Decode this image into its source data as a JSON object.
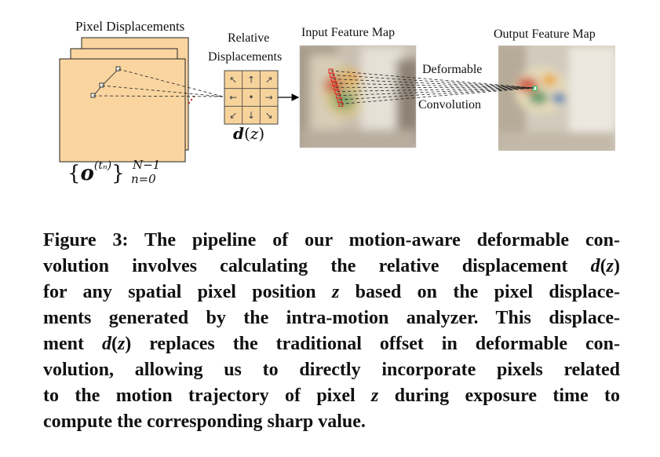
{
  "figure": {
    "labels": {
      "pixel_displacements": "Pixel Displacements",
      "relative_line1": "Relative",
      "relative_line2": "Displacements",
      "input_feature_map": "Input Feature Map",
      "output_feature_map": "Output Feature Map",
      "deformable": "Deformable",
      "convolution": "Convolution",
      "dz_symbol": "d(z)"
    },
    "set_notation": {
      "open_brace": "{",
      "vector": "o",
      "superscript": "(tₙ)",
      "close_brace": "}",
      "upper": "N−1",
      "lower": "n=0"
    },
    "grid_arrows": [
      "↖",
      "↑",
      "↗",
      "←",
      "•",
      "→",
      "↙",
      "↓",
      "↘"
    ],
    "colors": {
      "pixel_layer_fill": "#fbd5a0",
      "pixel_layer_border": "#222222",
      "grid_fill": "#f7d39c",
      "sample_box": "#e02020"
    }
  },
  "caption": {
    "lines": [
      {
        "parts": [
          {
            "t": "Figure 3: The pipeline of our motion-aware deformable con-"
          }
        ]
      },
      {
        "parts": [
          {
            "t": "volution involves calculating the relative displacement "
          },
          {
            "t": "d",
            "i": true
          },
          {
            "t": "("
          },
          {
            "t": "z",
            "i": true
          },
          {
            "t": ")"
          }
        ]
      },
      {
        "parts": [
          {
            "t": "for any spatial pixel position "
          },
          {
            "t": "z",
            "i": true
          },
          {
            "t": " based on the pixel displace-"
          }
        ]
      },
      {
        "parts": [
          {
            "t": "ments generated by the intra-motion analyzer. This displace-"
          }
        ]
      },
      {
        "parts": [
          {
            "t": "ment "
          },
          {
            "t": "d",
            "i": true
          },
          {
            "t": "("
          },
          {
            "t": "z",
            "i": true
          },
          {
            "t": ") replaces the traditional offset in deformable con-"
          }
        ]
      },
      {
        "parts": [
          {
            "t": "volution, allowing us to directly incorporate pixels related"
          }
        ]
      },
      {
        "parts": [
          {
            "t": "to the motion trajectory of pixel "
          },
          {
            "t": "z",
            "i": true
          },
          {
            "t": " during exposure time to"
          }
        ]
      },
      {
        "parts": [
          {
            "t": "compute the corresponding sharp value."
          }
        ],
        "last": true
      }
    ]
  }
}
